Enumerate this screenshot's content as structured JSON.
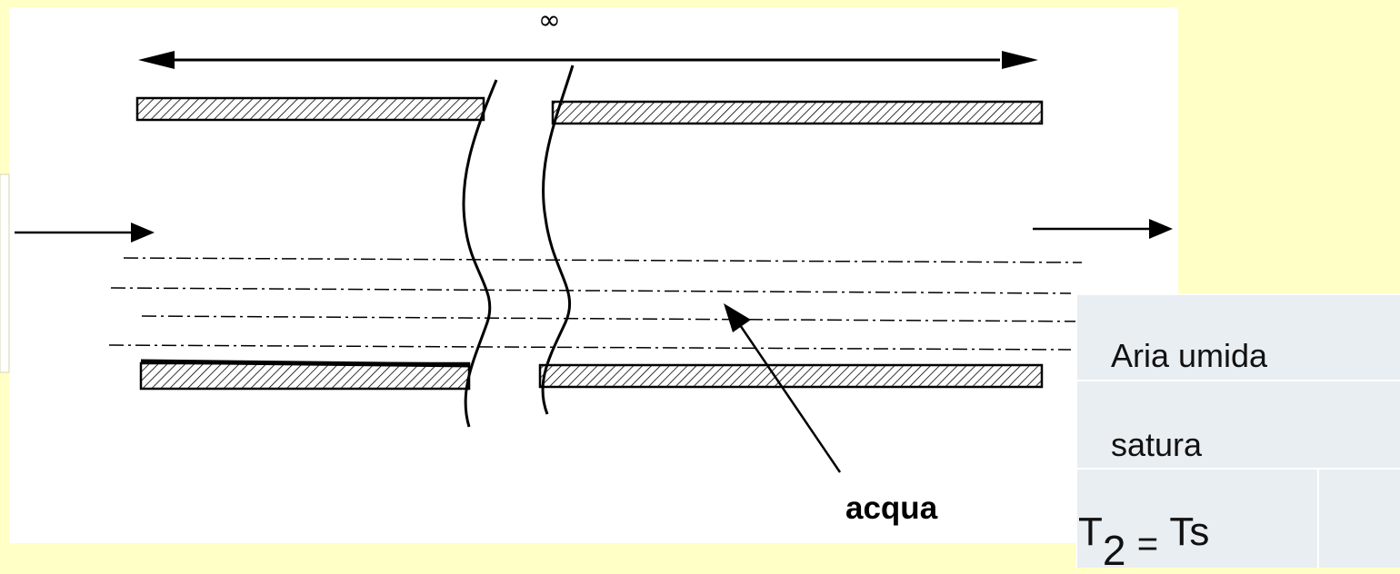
{
  "diagram": {
    "length_symbol": "∞",
    "water_label": "acqua",
    "air_label_line1": "Aria umida",
    "air_label_line2": "satura",
    "temperature": {
      "base": "T",
      "subscript": "2",
      "equals": "=",
      "value": "Ts"
    }
  },
  "colors": {
    "background": "#FFFFC6",
    "drawing_area": "#FFFFFF",
    "panel": "#E9EEF2",
    "ink": "#000000"
  }
}
